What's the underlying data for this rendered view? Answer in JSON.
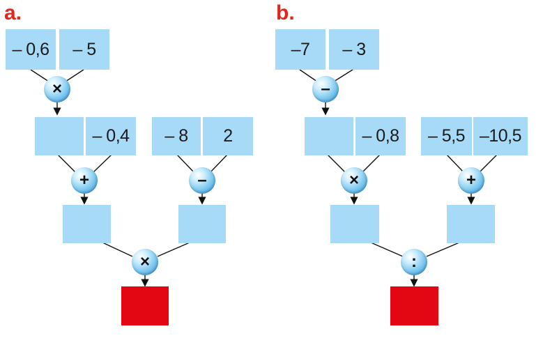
{
  "part_a": {
    "label": "a.",
    "inputs": [
      "– 0,6",
      "– 5"
    ],
    "op1": "×",
    "level2_value": "– 0,4",
    "op2": "+",
    "right_inputs": [
      "– 8",
      "2"
    ],
    "op3": "–",
    "op_final": "×"
  },
  "part_b": {
    "label": "b.",
    "inputs": [
      "–7",
      "– 3"
    ],
    "op1": "–",
    "level2_value": "– 0,8",
    "op2": "×",
    "right_inputs": [
      "– 5,5",
      "–10,5"
    ],
    "op3": "+",
    "op_final": ":"
  },
  "colors": {
    "box": "#a6daf7",
    "result": "#e30613",
    "label": "#e4251b"
  }
}
